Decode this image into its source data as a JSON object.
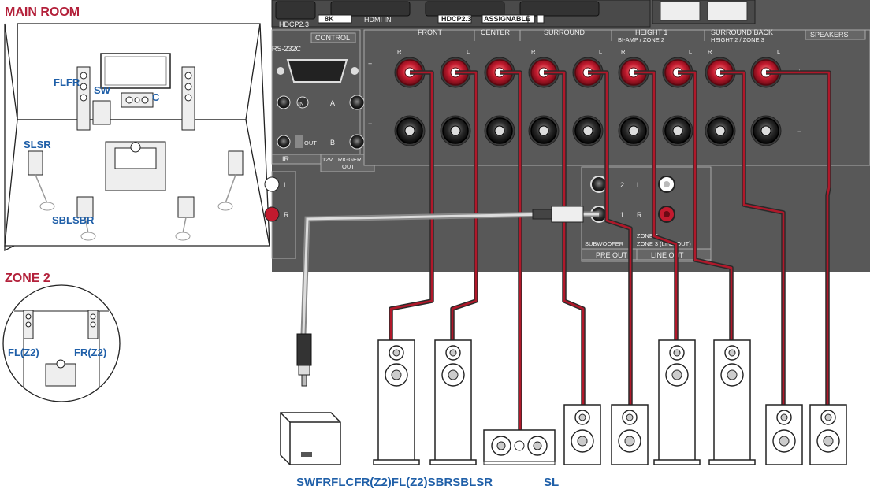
{
  "titles": {
    "main_room": "MAIN ROOM",
    "zone2": "ZONE 2"
  },
  "room_labels": {
    "flfr": "FLFR",
    "sw": "SW",
    "c": "C",
    "slsr": "SLSR",
    "sblsbr": "SBLSBR",
    "fl_z2": "FL(Z2)",
    "fr_z2": "FR(Z2)"
  },
  "panel": {
    "top_labels": [
      "8K",
      "HDMI IN",
      "HDCP2.3",
      "ASSIGNABLE",
      "HDCP2.3"
    ],
    "rs232c": "RS-232C",
    "control": "CONTROL",
    "speakers": "SPEAKERS",
    "front": "FRONT",
    "center": "CENTER",
    "surround": "SURROUND",
    "height1": "HEIGHT 1",
    "biamp": "BI-AMP / ZONE 2",
    "surround_back": "SURROUND BACK",
    "height2": "HEIGHT 2 / ZONE 3",
    "ir": "IR",
    "in": "IN",
    "out": "OUT",
    "trigger": "12V TRIGGER",
    "trigger_out": "OUT",
    "a": "A",
    "b": "B",
    "sub_2": "2",
    "sub_1": "1",
    "subwoofer": "SUBWOOFER",
    "pre_out": "PRE OUT",
    "zone2_small": "ZONE 2",
    "zone3_line": "ZONE 3 (LINE OUT)",
    "line_out": "LINE OUT",
    "l": "L",
    "r": "R",
    "lr_r": "R",
    "lr_l": "L",
    "plus": "+",
    "minus": "−"
  },
  "bottom_labels": {
    "main": "SWFRFLCFR(Z2)FL(Z2)SBRSBLSR",
    "sl": "SL"
  },
  "colors": {
    "title_red": "#b3203a",
    "label_blue": "#1f5fa8",
    "panel": "#555555",
    "terminal_red": "#b0182a",
    "wire": "#8a1020"
  }
}
